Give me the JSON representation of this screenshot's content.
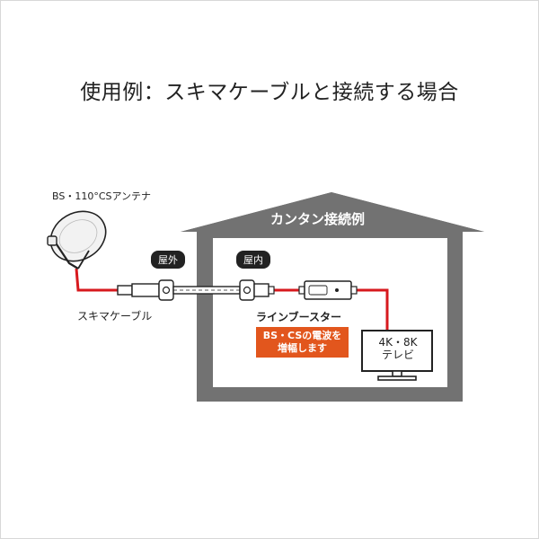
{
  "title": "使用例：スキマケーブルと接続する場合",
  "house": {
    "title": "カンタン接続例"
  },
  "antenna": {
    "label": "BS・110°CSアンテナ"
  },
  "labels": {
    "outdoor": "屋外",
    "indoor": "屋内",
    "cable": "スキマケーブル"
  },
  "booster": {
    "label": "ラインブースター",
    "callout_line1": "BS・CSの電波を",
    "callout_line2": "増幅します"
  },
  "tv": {
    "line1": "4K・8K",
    "line2": "テレビ"
  },
  "colors": {
    "house": "#727272",
    "cable": "#d7191e",
    "callout": "#e2561d",
    "pill": "#222222"
  }
}
